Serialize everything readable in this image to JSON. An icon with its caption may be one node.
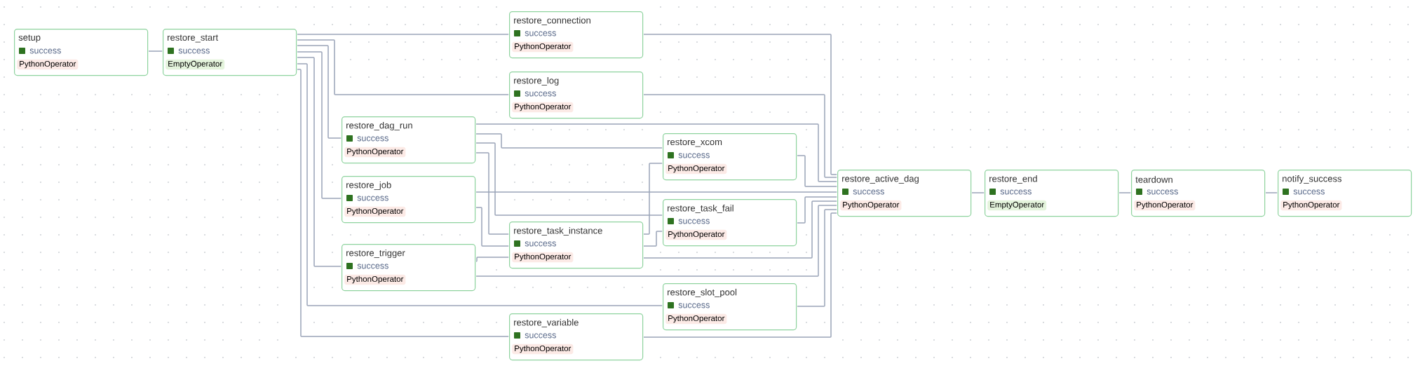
{
  "diagram": {
    "nodes": [
      {
        "text": [
          "setup",
          "success",
          "PythonOperator"
        ]
      },
      {
        "text": [
          "restore_start",
          "success",
          "EmptyOperator"
        ]
      },
      {
        "text": [
          "restore_connection",
          "success",
          "PythonOperator"
        ]
      },
      {
        "text": [
          "restore_log",
          "success",
          "PythonOperator"
        ]
      },
      {
        "text": [
          "restore_dag_run",
          "success",
          "PythonOperator"
        ]
      },
      {
        "text": [
          "restore_job",
          "success",
          "PythonOperator"
        ]
      },
      {
        "text": [
          "restore_trigger",
          "success",
          "PythonOperator"
        ]
      },
      {
        "text": [
          "restore_task_instance",
          "success",
          "PythonOperator"
        ]
      },
      {
        "text": [
          "restore_xcom",
          "success",
          "PythonOperator"
        ]
      },
      {
        "text": [
          "restore_task_fail",
          "success",
          "PythonOperator"
        ]
      },
      {
        "text": [
          "restore_slot_pool",
          "success",
          "PythonOperator"
        ]
      },
      {
        "text": [
          "restore_variable",
          "success",
          "PythonOperator"
        ]
      },
      {
        "text": [
          "restore_active_dag",
          "success",
          "PythonOperator"
        ]
      },
      {
        "text": [
          "restore_end",
          "success",
          "EmptyOperator"
        ]
      },
      {
        "text": [
          "teardown",
          "success",
          "PythonOperator"
        ]
      },
      {
        "text": [
          "notify_success",
          "success",
          "PythonOperator"
        ]
      }
    ],
    "edges": [
      {
        "from": 0,
        "to": 1,
        "arrow": "none"
      },
      {
        "from": 1,
        "to": 2,
        "arrow": "none"
      },
      {
        "from": 1,
        "to": 3,
        "arrow": "none"
      },
      {
        "from": 1,
        "to": 4,
        "arrow": "none"
      },
      {
        "from": 1,
        "to": 5,
        "arrow": "none"
      },
      {
        "from": 1,
        "to": 6,
        "arrow": "none"
      },
      {
        "from": 1,
        "to": 10,
        "arrow": "none"
      },
      {
        "from": 1,
        "to": 11,
        "arrow": "none"
      },
      {
        "from": 4,
        "to": 12,
        "arrow": "none"
      },
      {
        "from": 4,
        "to": 8,
        "arrow": "none"
      },
      {
        "from": 4,
        "to": 9,
        "arrow": "none"
      },
      {
        "from": 4,
        "to": 7,
        "arrow": "none"
      },
      {
        "from": 5,
        "to": 12,
        "arrow": "none"
      },
      {
        "from": 5,
        "to": 7,
        "arrow": "none"
      },
      {
        "from": 6,
        "to": 7,
        "arrow": "none"
      },
      {
        "from": 6,
        "to": 12,
        "arrow": "none"
      },
      {
        "from": 7,
        "to": 8,
        "arrow": "none"
      },
      {
        "from": 7,
        "to": 9,
        "arrow": "none"
      },
      {
        "from": 7,
        "to": 12,
        "arrow": "none"
      },
      {
        "from": 8,
        "to": 12,
        "arrow": "none"
      },
      {
        "from": 9,
        "to": 12,
        "arrow": "none"
      },
      {
        "from": 2,
        "to": 12,
        "arrow": "none"
      },
      {
        "from": 3,
        "to": 12,
        "arrow": "none"
      },
      {
        "from": 10,
        "to": 12,
        "arrow": "none"
      },
      {
        "from": 11,
        "to": 12,
        "arrow": "none"
      },
      {
        "from": 12,
        "to": 13,
        "arrow": "none"
      },
      {
        "from": 13,
        "to": 14,
        "arrow": "none"
      },
      {
        "from": 14,
        "to": 15,
        "arrow": "none"
      }
    ]
  }
}
